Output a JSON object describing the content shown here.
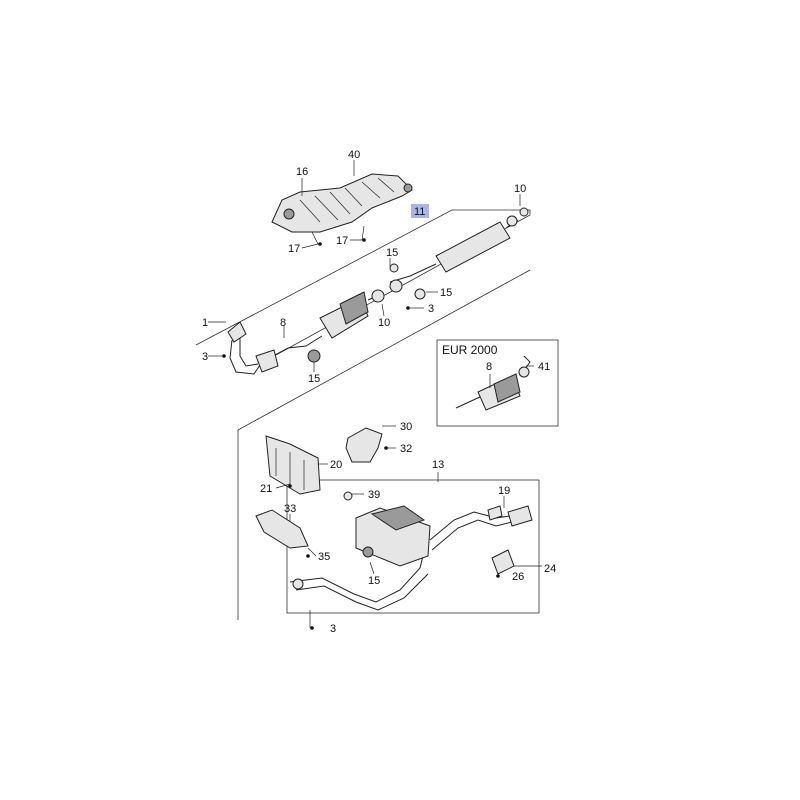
{
  "callouts": {
    "c40": "40",
    "c16": "16",
    "c17a": "17",
    "c17b": "17",
    "c11": "11",
    "c10a": "10",
    "c15a": "15",
    "c15b": "15",
    "c10b": "10",
    "c3a": "3",
    "c1": "1",
    "c8a": "8",
    "c3b": "3",
    "c15c": "15",
    "c8b": "8",
    "c41": "41",
    "c30": "30",
    "c32": "32",
    "c20": "20",
    "c21": "21",
    "c13": "13",
    "c39": "39",
    "c19": "19",
    "c33": "33",
    "c35": "35",
    "c15d": "15",
    "c24": "24",
    "c26": "26",
    "c3c": "3"
  },
  "inset": {
    "title": "EUR 2000"
  },
  "colors": {
    "highlight": "#aab4e6",
    "line": "#222222",
    "part_fill": "#e6e6e6"
  }
}
